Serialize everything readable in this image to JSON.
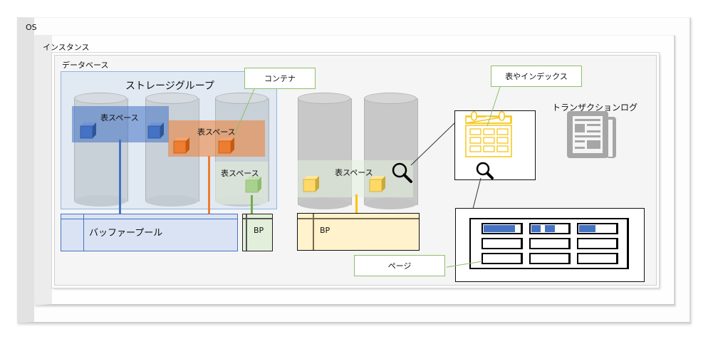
{
  "layers": {
    "os": "OS",
    "instance": "インスタンス",
    "database": "データベース"
  },
  "storage_group": {
    "title": "ストレージグループ"
  },
  "tablespaces": [
    {
      "label": "表スペース",
      "color": "#4472c4",
      "name": "blue"
    },
    {
      "label": "表スペース",
      "color": "#ed7d31",
      "name": "orange"
    },
    {
      "label": "表スペース",
      "color": "#a9d18e",
      "name": "green"
    },
    {
      "label": "表スペース",
      "color": "#ffd966",
      "name": "yellow"
    }
  ],
  "buffer_pools": [
    {
      "label": "バッファープール",
      "color": "#dae3f3",
      "border": "#4472c4"
    },
    {
      "label": "BP",
      "color": "#e2efda",
      "border": "#333333"
    },
    {
      "label": "BP",
      "color": "#fff2cc",
      "border": "#111111"
    }
  ],
  "callouts": {
    "container": "コンテナ",
    "tables_indexes": "表やインデックス",
    "page": "ページ"
  },
  "transaction_log": {
    "label": "トランザクションログ",
    "icon": "newspaper-icon"
  },
  "page_grid": {
    "rows": 3,
    "cols": 3,
    "fill_fractions": [
      [
        0.85,
        0.6,
        0.45
      ],
      [
        0,
        0,
        0
      ],
      [
        0,
        0,
        0
      ]
    ]
  },
  "colors": {
    "cylinder": "#c6cdd5",
    "calendar": "#f5c518",
    "page_fill": "#4472c4"
  }
}
